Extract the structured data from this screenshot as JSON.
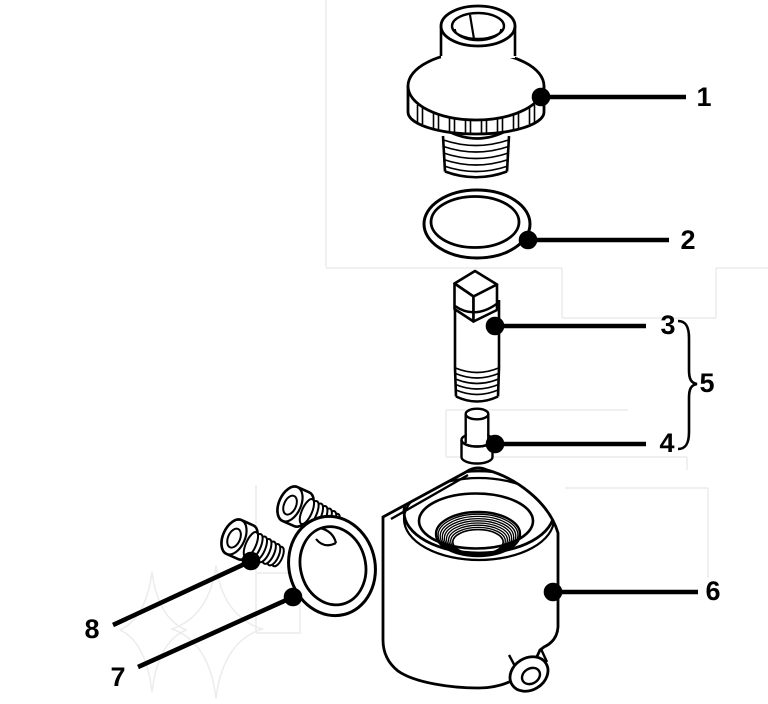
{
  "diagram": {
    "kind": "exploded-parts-diagram",
    "background_color": "#ffffff",
    "line_color": "#000000",
    "artifact_line_color": "#ececec",
    "labels": [
      {
        "text": "1",
        "part": "knurled-cap-fitting"
      },
      {
        "text": "2",
        "part": "o-ring"
      },
      {
        "text": "3",
        "part": "square-head-stem"
      },
      {
        "text": "4",
        "part": "stepped-pin"
      },
      {
        "text": "5",
        "part": "stem-and-pin-group"
      },
      {
        "text": "6",
        "part": "cylindrical-body"
      },
      {
        "text": "7",
        "part": "ring-gasket"
      },
      {
        "text": "8",
        "part": "socket-head-screws"
      }
    ]
  }
}
